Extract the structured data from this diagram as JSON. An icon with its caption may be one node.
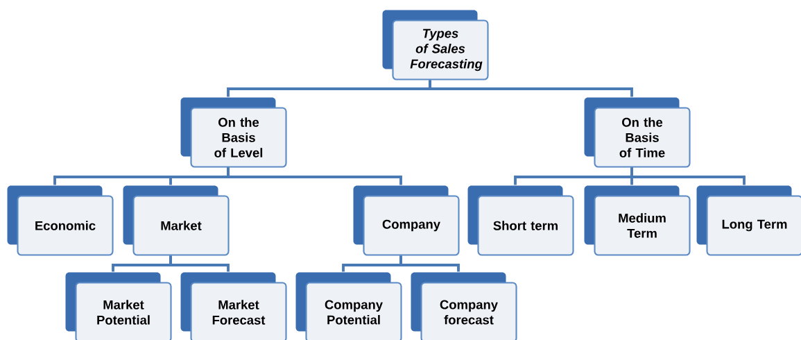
{
  "diagram": {
    "nodes": [
      {
        "text": [
          "Types of Sales Forecasting"
        ]
      },
      {
        "text": [
          "On the Basis of Level"
        ]
      },
      {
        "text": [
          "On the Basis of Time"
        ]
      },
      {
        "text": [
          "Economic"
        ]
      },
      {
        "text": [
          "Market"
        ]
      },
      {
        "text": [
          "Company"
        ]
      },
      {
        "text": [
          "Short term"
        ]
      },
      {
        "text": [
          "Medium Term"
        ]
      },
      {
        "text": [
          "Long Term"
        ]
      },
      {
        "text": [
          "Market Potential"
        ]
      },
      {
        "text": [
          "Market Forecast"
        ]
      },
      {
        "text": [
          "Company Potential"
        ]
      },
      {
        "text": [
          "Company forecast"
        ]
      }
    ],
    "edges": [
      {
        "from": 0,
        "to": 1,
        "arrow": "none"
      },
      {
        "from": 0,
        "to": 2,
        "arrow": "none"
      },
      {
        "from": 1,
        "to": 3,
        "arrow": "none"
      },
      {
        "from": 1,
        "to": 4,
        "arrow": "none"
      },
      {
        "from": 1,
        "to": 5,
        "arrow": "none"
      },
      {
        "from": 2,
        "to": 6,
        "arrow": "none"
      },
      {
        "from": 2,
        "to": 7,
        "arrow": "none"
      },
      {
        "from": 2,
        "to": 8,
        "arrow": "none"
      },
      {
        "from": 4,
        "to": 9,
        "arrow": "none"
      },
      {
        "from": 4,
        "to": 10,
        "arrow": "none"
      },
      {
        "from": 5,
        "to": 11,
        "arrow": "none"
      },
      {
        "from": 5,
        "to": 12,
        "arrow": "none"
      }
    ]
  }
}
